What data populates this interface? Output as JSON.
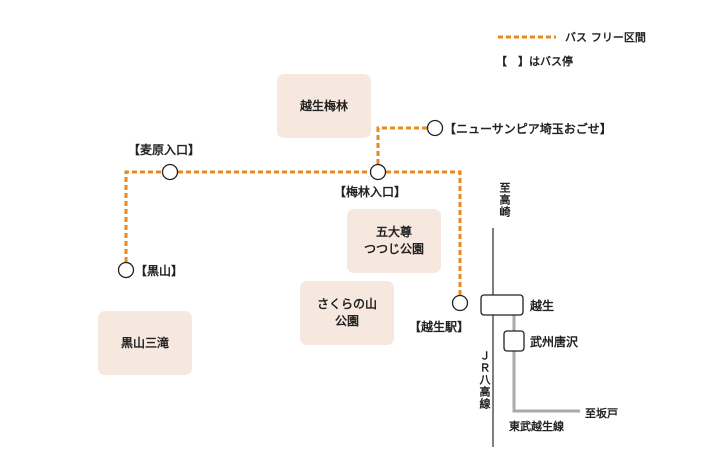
{
  "legend": {
    "bus_free_section": "バス フリー区間",
    "bus_stop_note": "【　】はバス停"
  },
  "colors": {
    "route": "#e68a1c",
    "place_fill": "#f6e8de",
    "rail_jr": "#555555",
    "rail_tobu": "#aaaaaa"
  },
  "places": {
    "ume_forest": "越生梅林",
    "tsutsuji_park": "五大尊\nつつじ公園",
    "sakura_park": "さくらの山\n公園",
    "kuroyama_falls": "黒山三滝"
  },
  "bus_stops": {
    "new_sunpia": "【ニューサンピア埼玉おごせ】",
    "mugihara": "【麦原入口】",
    "bairin_iriguchi": "【梅林入口】",
    "kuroyama": "【黒山】",
    "ogose_eki": "【越生駅】"
  },
  "rail": {
    "station_ogose": "越生",
    "station_bushu_karasawa": "武州唐沢",
    "to_takasaki": "至高崎",
    "jr_line": "ＪＲ八高線",
    "tobu_line": "東武越生線",
    "to_sakado": "至坂戸"
  }
}
